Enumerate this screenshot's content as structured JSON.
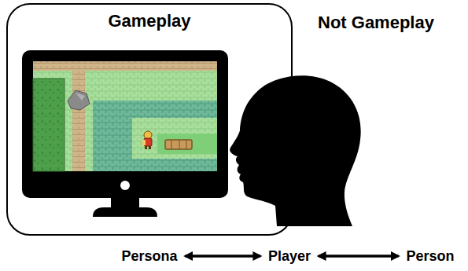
{
  "diagram": {
    "nodes": [
      {
        "text": [
          "Gameplay"
        ]
      },
      {
        "text": [
          "Persona"
        ]
      },
      {
        "text": [
          "Player"
        ]
      },
      {
        "text": [
          "Person"
        ]
      }
    ],
    "edges": [
      {
        "from": 1,
        "to": 2,
        "arrow": "both"
      },
      {
        "from": 2,
        "to": 3,
        "arrow": "both"
      }
    ],
    "labels": [
      "Not Gameplay"
    ]
  }
}
